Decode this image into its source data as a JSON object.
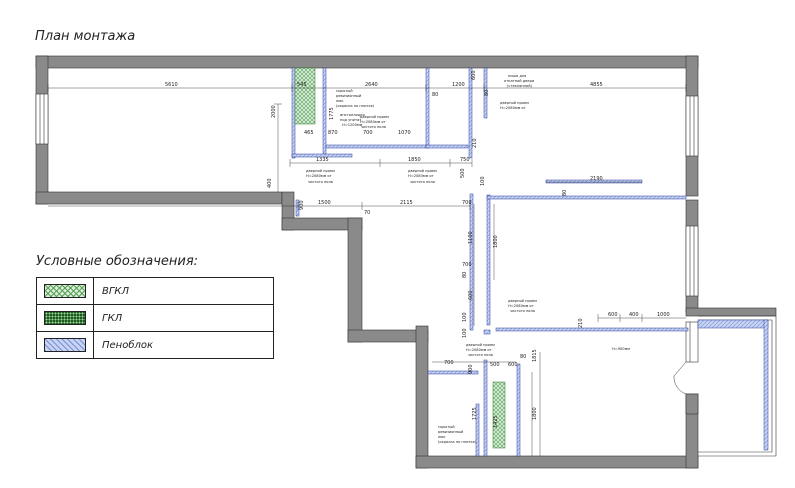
{
  "title": "План монтажа",
  "legend": {
    "title": "Условные обозначения:",
    "items": [
      {
        "label": "ВГКЛ",
        "swatch": "vgkl"
      },
      {
        "label": "ГКЛ",
        "swatch": "gkl"
      },
      {
        "label": "Пеноблок",
        "swatch": "foam"
      }
    ]
  },
  "colors": {
    "wall": "#8a8a8a",
    "foam": "#c7d3f2",
    "foam_edge": "#2b3fa0",
    "line": "#222222"
  },
  "dims": {
    "d5610": "5610",
    "d545": "545",
    "d2640": "2640",
    "d1200": "1200",
    "d4855": "4855",
    "d80a": "80",
    "d600a": "600",
    "d80b": "80",
    "d200": "2000",
    "d1775": "1775",
    "d465": "465",
    "d870": "870",
    "d700a": "700",
    "d1070": "1070",
    "d210": "210",
    "d1335": "1335",
    "d1850": "1850",
    "d750": "750",
    "d500a": "500",
    "d100a": "100",
    "d2190": "2190",
    "d80c": "80",
    "d400a": "400",
    "d1500": "1500",
    "d2115": "2115",
    "d700b": "700",
    "d70": "70",
    "d900": "900",
    "d1100": "1100",
    "d1800": "1800",
    "d700c": "700",
    "d80d": "80",
    "d100b": "100",
    "d600b": "600",
    "d400b": "400",
    "d1000": "1000",
    "d210b": "210",
    "d700d": "700",
    "d900b": "900",
    "d500b": "500",
    "d600c": "600",
    "d80e": "80",
    "d1815": "1815",
    "d1725": "1725",
    "d1800b": "1800",
    "d1425": "1425",
    "d100c": "100"
  },
  "notes": {
    "hidden_hatch_1": "скрытый",
    "hidden_hatch_2": "ревизионный",
    "hidden_hatch_3": "люк",
    "hidden_hatch_4": "(окраска по плитке)",
    "install_1": "инсталляция",
    "install_2": "под унитаз",
    "install_3": "H=1200мм",
    "door_1": "дверной проем",
    "door_2": "H=2080мм от",
    "door_3": "чистого пола",
    "niche_1": "ниша для",
    "niche_2": "откатной двери",
    "niche_3": "(стеклянной)",
    "window_1": "Н=900мм",
    "hidden_hatch_b1": "скрытый",
    "hidden_hatch_b2": "ревизионный",
    "hidden_hatch_b3": "люк",
    "hidden_hatch_b4": "(окраска по плитке)"
  }
}
